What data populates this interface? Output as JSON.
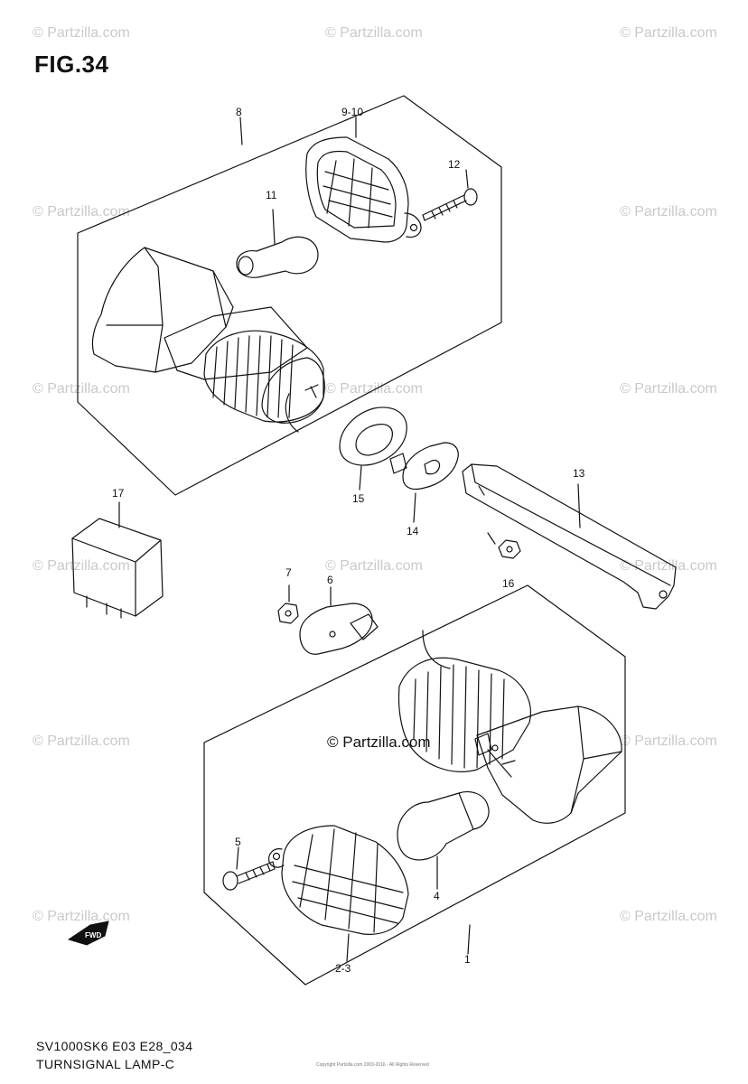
{
  "figure": {
    "title": "FIG.34",
    "model_code": "SV1000SK6 E03 E28_034",
    "caption": "TURNSIGNAL LAMP-C"
  },
  "watermark": {
    "text": "© Partzilla.com",
    "center_text": "© Partzilla.com"
  },
  "parts": {
    "p1": "1",
    "p23": "2-3",
    "p4": "4",
    "p5": "5",
    "p6": "6",
    "p7": "7",
    "p8": "8",
    "p910": "9-10",
    "p11": "11",
    "p12": "12",
    "p13": "13",
    "p14": "14",
    "p15": "15",
    "p16": "16",
    "p17": "17"
  },
  "fwd_label": "FWD",
  "copyright_small": "Copyright Partzilla.com 2003-2016 - All Rights Reserved"
}
